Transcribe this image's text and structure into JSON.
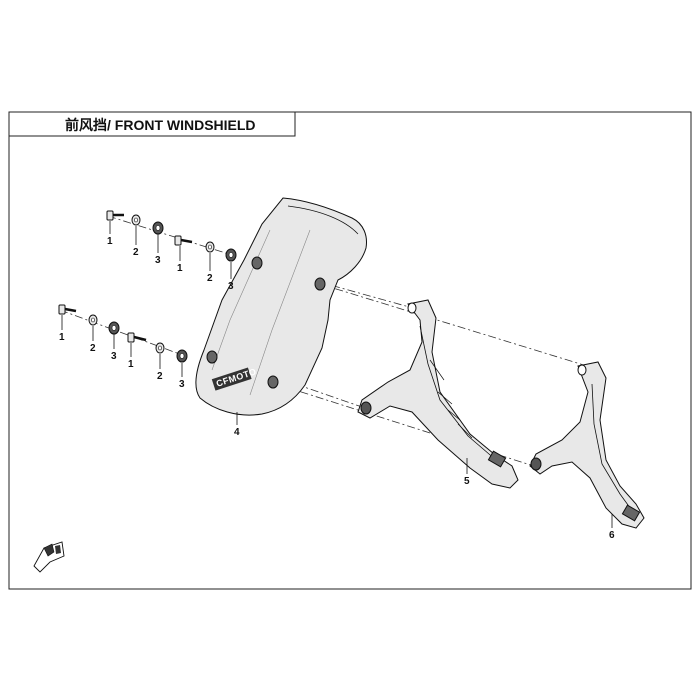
{
  "header": {
    "title": "前风挡/ FRONT WINDSHIELD"
  },
  "windshield": {
    "logo": "CFMOTO"
  },
  "callouts": {
    "upper_row_1": "1",
    "upper_row_2": "2",
    "upper_row_3": "3",
    "upper_row_4": "1",
    "upper_row_5": "2",
    "upper_row_6": "3",
    "lower_row_1": "1",
    "lower_row_2": "2",
    "lower_row_3": "3",
    "lower_row_4": "1",
    "lower_row_5": "2",
    "lower_row_6": "3",
    "windshield": "4",
    "bracket_left": "5",
    "bracket_right": "6"
  },
  "icons": {
    "direction": "front-direction-arrow-icon"
  }
}
